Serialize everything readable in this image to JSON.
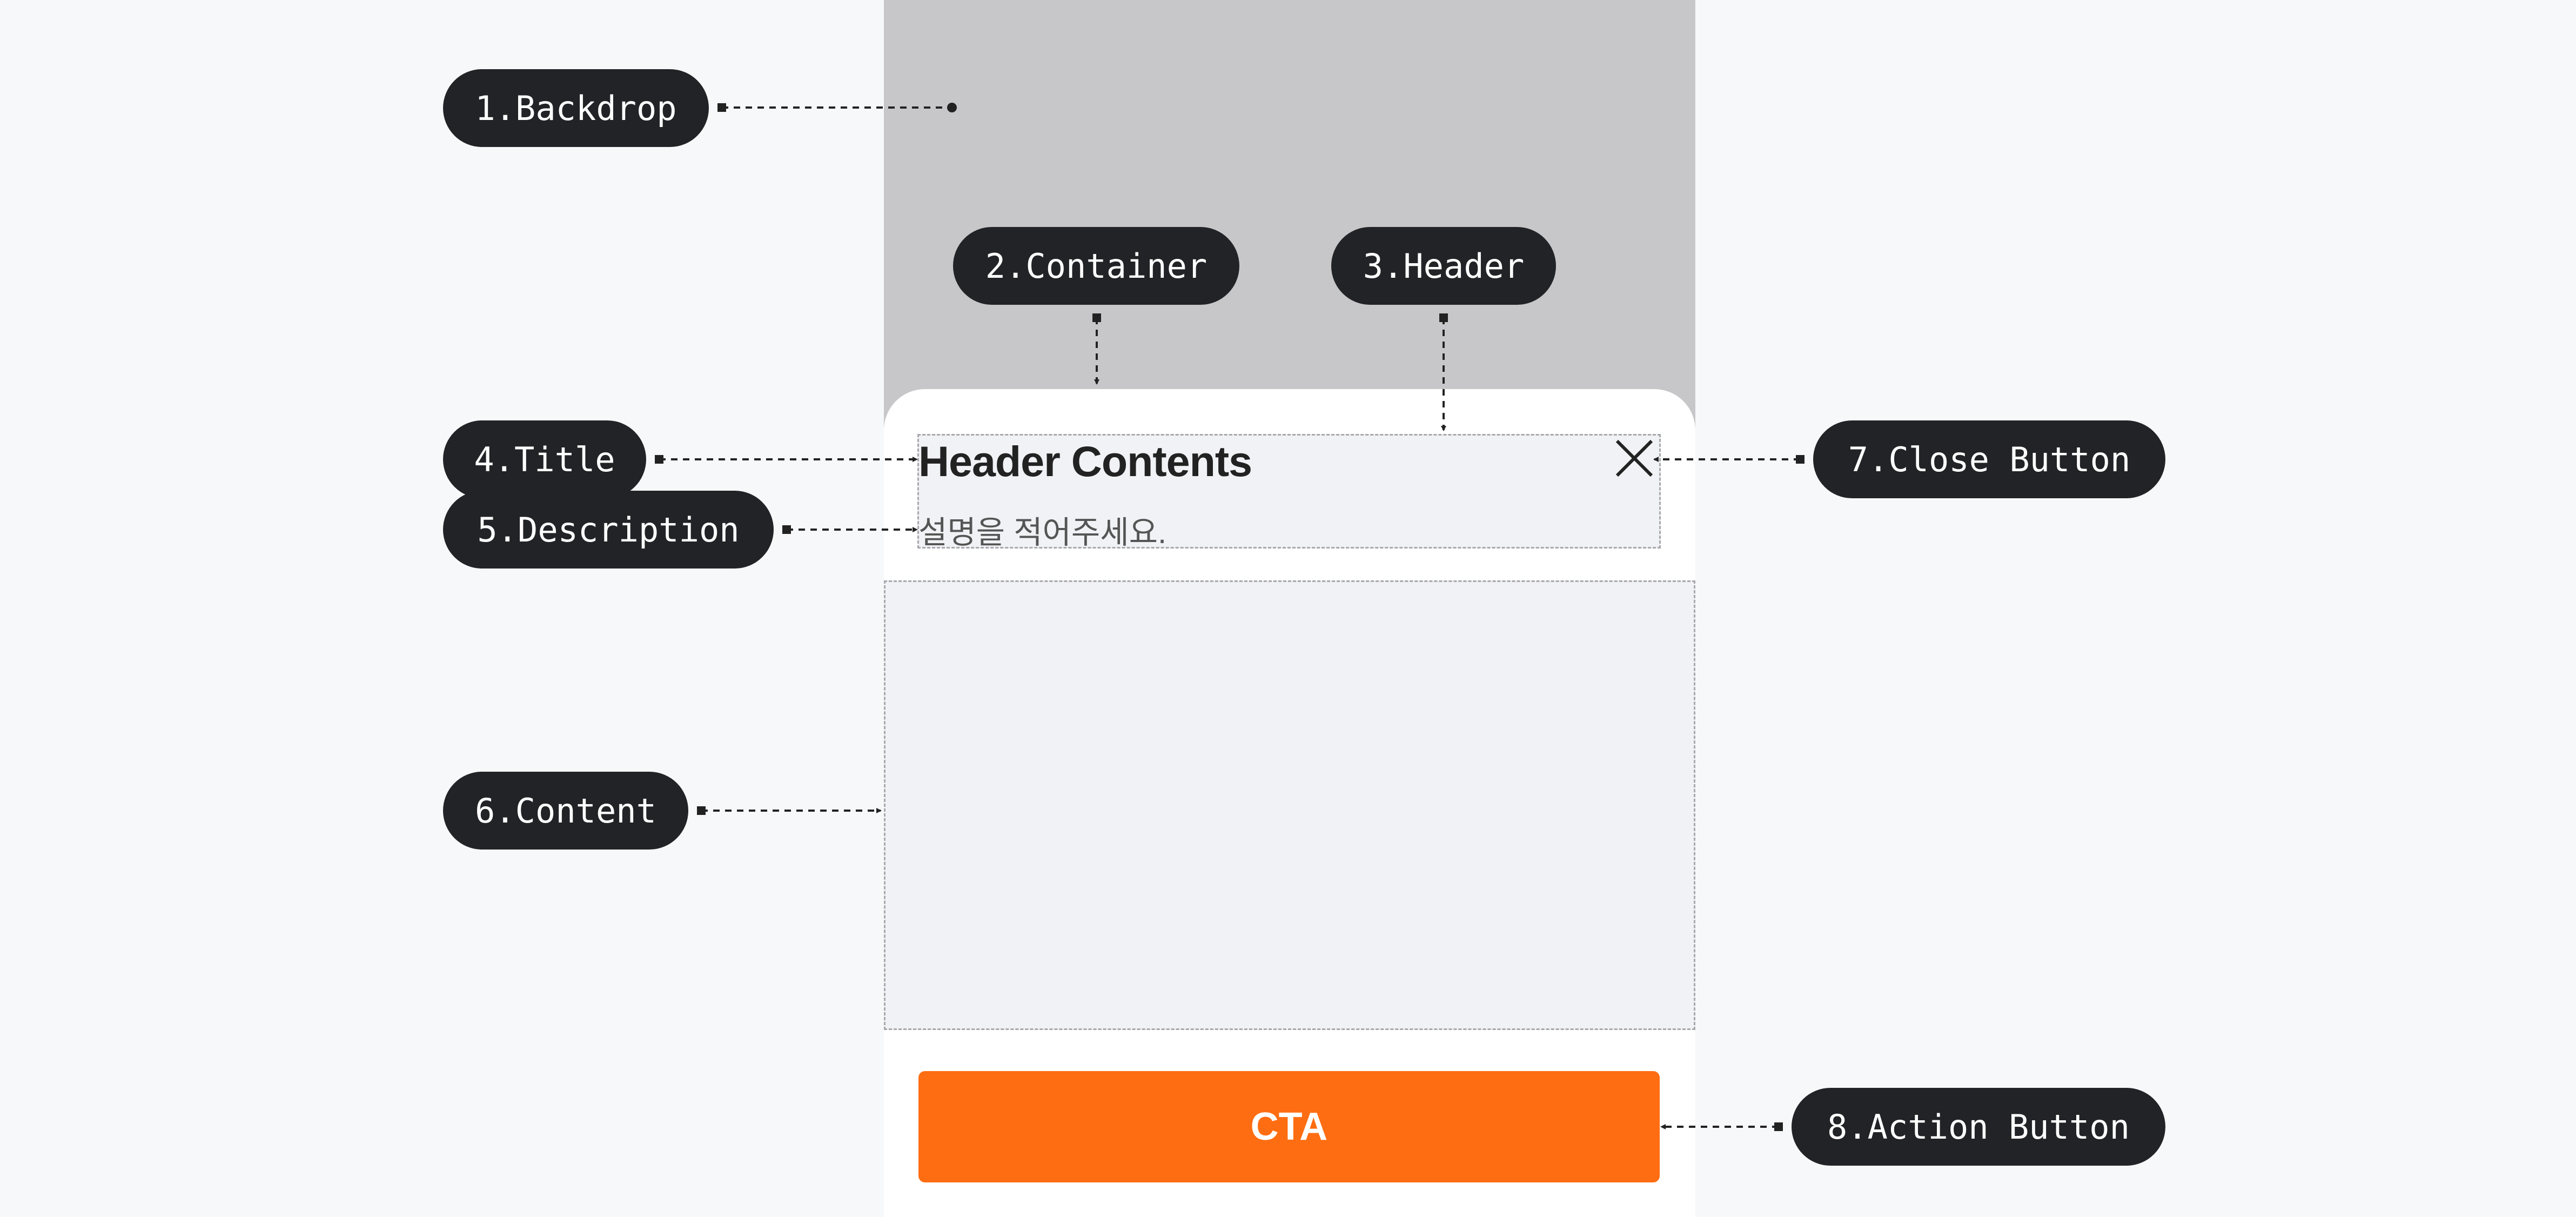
{
  "sheet": {
    "title": "Header Contents",
    "description": "설명을 적어주세요.",
    "close_icon": "close-icon",
    "action_label": "CTA"
  },
  "annotations": [
    {
      "id": "backdrop",
      "label": "1.Backdrop"
    },
    {
      "id": "container",
      "label": "2.Container"
    },
    {
      "id": "header",
      "label": "3.Header"
    },
    {
      "id": "title",
      "label": "4.Title"
    },
    {
      "id": "description",
      "label": "5.Description"
    },
    {
      "id": "content",
      "label": "6.Content"
    },
    {
      "id": "close-button",
      "label": "7.Close Button"
    },
    {
      "id": "action-button",
      "label": "8.Action Button"
    }
  ],
  "colors": {
    "page_background": "#f7f8fa",
    "backdrop": "#c7c7c9",
    "container": "#ffffff",
    "placeholder_area": "#f1f2f5",
    "annotation_pill": "#222326",
    "action_button": "#ff6d12"
  }
}
